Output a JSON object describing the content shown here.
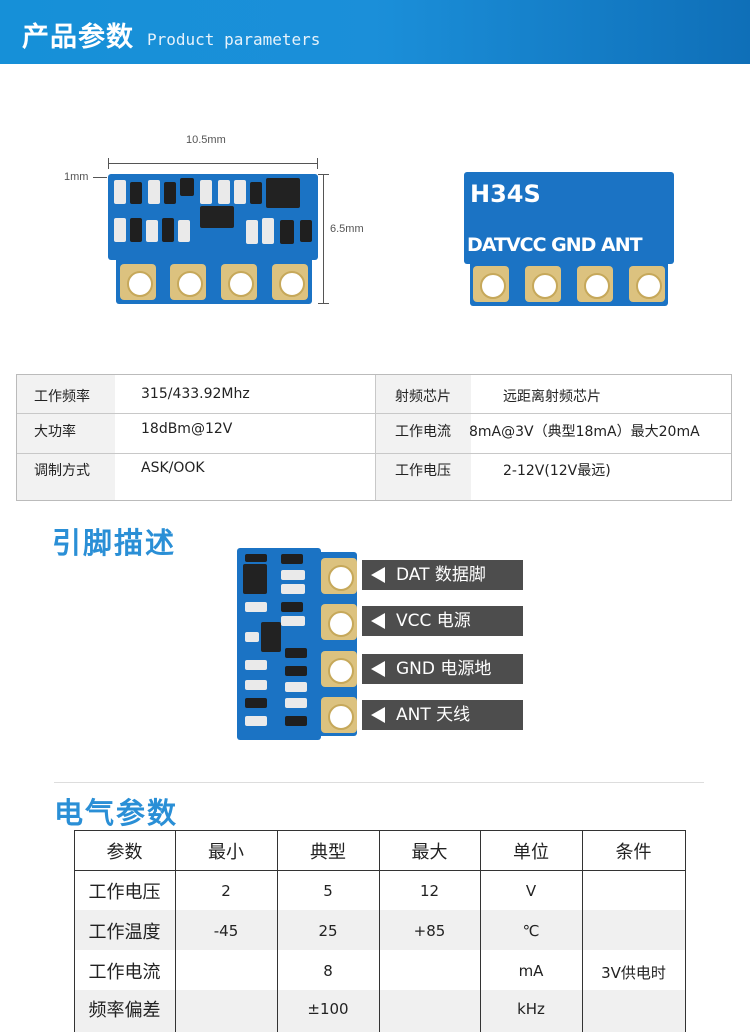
{
  "header": {
    "title": "产品参数",
    "subtitle": "Product parameters"
  },
  "dimensions": {
    "width": "10.5mm",
    "height": "6.5mm",
    "thickness": "1mm"
  },
  "back_silk": {
    "model": "H34S",
    "pins": "DATVCC GND ANT"
  },
  "parameters": {
    "rows": [
      [
        {
          "label": "工作频率",
          "value": "315/433.92Mhz"
        },
        {
          "label": "射频芯片",
          "value": "远距离射频芯片"
        }
      ],
      [
        {
          "label": "大功率",
          "value": "18dBm@12V"
        },
        {
          "label": "工作电流",
          "value": "8mA@3V（典型18mA）最大20mA"
        }
      ],
      [
        {
          "label": "调制方式",
          "value": "ASK/OOK"
        },
        {
          "label": "工作电压",
          "value": "2-12V(12V最远)"
        }
      ]
    ]
  },
  "pin_section": {
    "title": "引脚描述",
    "pins": [
      "DAT 数据脚",
      "VCC 电源",
      "GND 电源地",
      "ANT 天线"
    ]
  },
  "electrical": {
    "title": "电气参数",
    "headers": [
      "参数",
      "最小",
      "典型",
      "最大",
      "单位",
      "条件"
    ],
    "rows": [
      [
        "工作电压",
        "2",
        "5",
        "12",
        "V",
        ""
      ],
      [
        "工作温度",
        "-45",
        "25",
        "+85",
        "℃",
        ""
      ],
      [
        "工作电流",
        "",
        "8",
        "",
        "mA",
        "3V供电时"
      ],
      [
        "频率偏差",
        "",
        "±100",
        "",
        "kHz",
        ""
      ]
    ]
  },
  "colors": {
    "banner": "#1690d8",
    "accent": "#2a8fd6",
    "pcb": "#1b73c4",
    "pad": "#dcc27f",
    "pin_label_bg": "#4d4d4d"
  }
}
